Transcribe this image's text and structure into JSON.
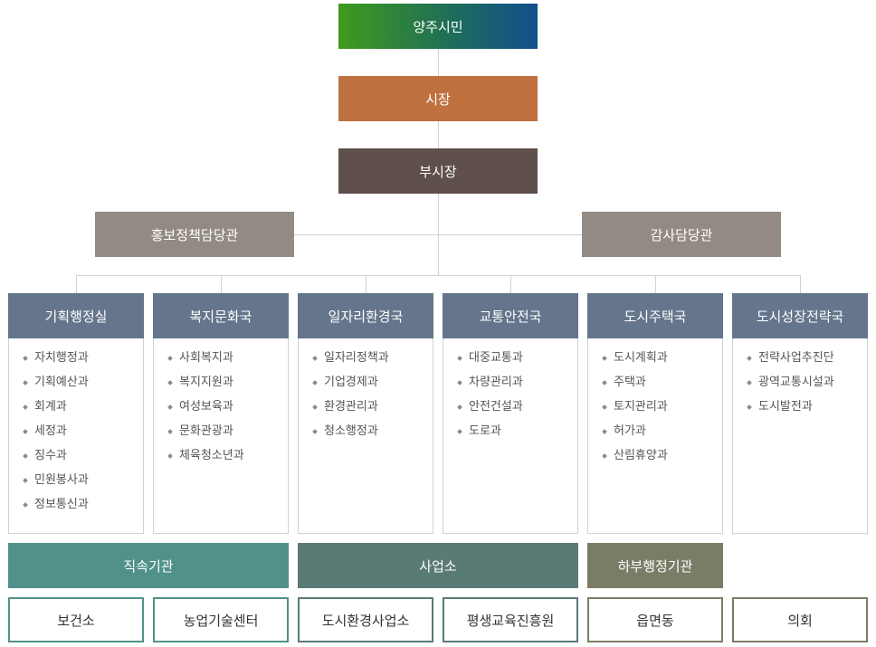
{
  "top": {
    "citizen": "양주시민",
    "mayor": "시장",
    "vice_mayor": "부시장",
    "left_office": "홍보정책담당관",
    "right_office": "감사담당관"
  },
  "departments": [
    {
      "title": "기획행정실",
      "items": [
        "자치행정과",
        "기획예산과",
        "회계과",
        "세정과",
        "징수과",
        "민원봉사과",
        "정보통신과"
      ]
    },
    {
      "title": "복지문화국",
      "items": [
        "사회복지과",
        "복지지원과",
        "여성보육과",
        "문화관광과",
        "체육청소년과"
      ]
    },
    {
      "title": "일자리환경국",
      "items": [
        "일자리정책과",
        "기업경제과",
        "환경관리과",
        "청소행정과"
      ]
    },
    {
      "title": "교통안전국",
      "items": [
        "대중교통과",
        "차량관리과",
        "안전건설과",
        "도로과"
      ]
    },
    {
      "title": "도시주택국",
      "items": [
        "도시계획과",
        "주택과",
        "토지관리과",
        "허가과",
        "산림휴양과"
      ]
    },
    {
      "title": "도시성장전략국",
      "items": [
        "전략사업추진단",
        "광역교통시설과",
        "도시발전과"
      ]
    }
  ],
  "groups": {
    "affiliated": "직속기관",
    "business": "사업소",
    "lower": "하부행정기관"
  },
  "units": [
    "보건소",
    "농업기술센터",
    "도시환경사업소",
    "평생교육진흥원",
    "읍면동",
    "의회"
  ],
  "colors": {
    "citizen_gradient": [
      "#3f9a1c",
      "#114f8d"
    ],
    "mayor": "#c07140",
    "vice_mayor": "#5f504c",
    "office": "#938b83",
    "department": "#65758c",
    "affiliated": "#509189",
    "business": "#5a7a76",
    "lower": "#7b7c66"
  }
}
